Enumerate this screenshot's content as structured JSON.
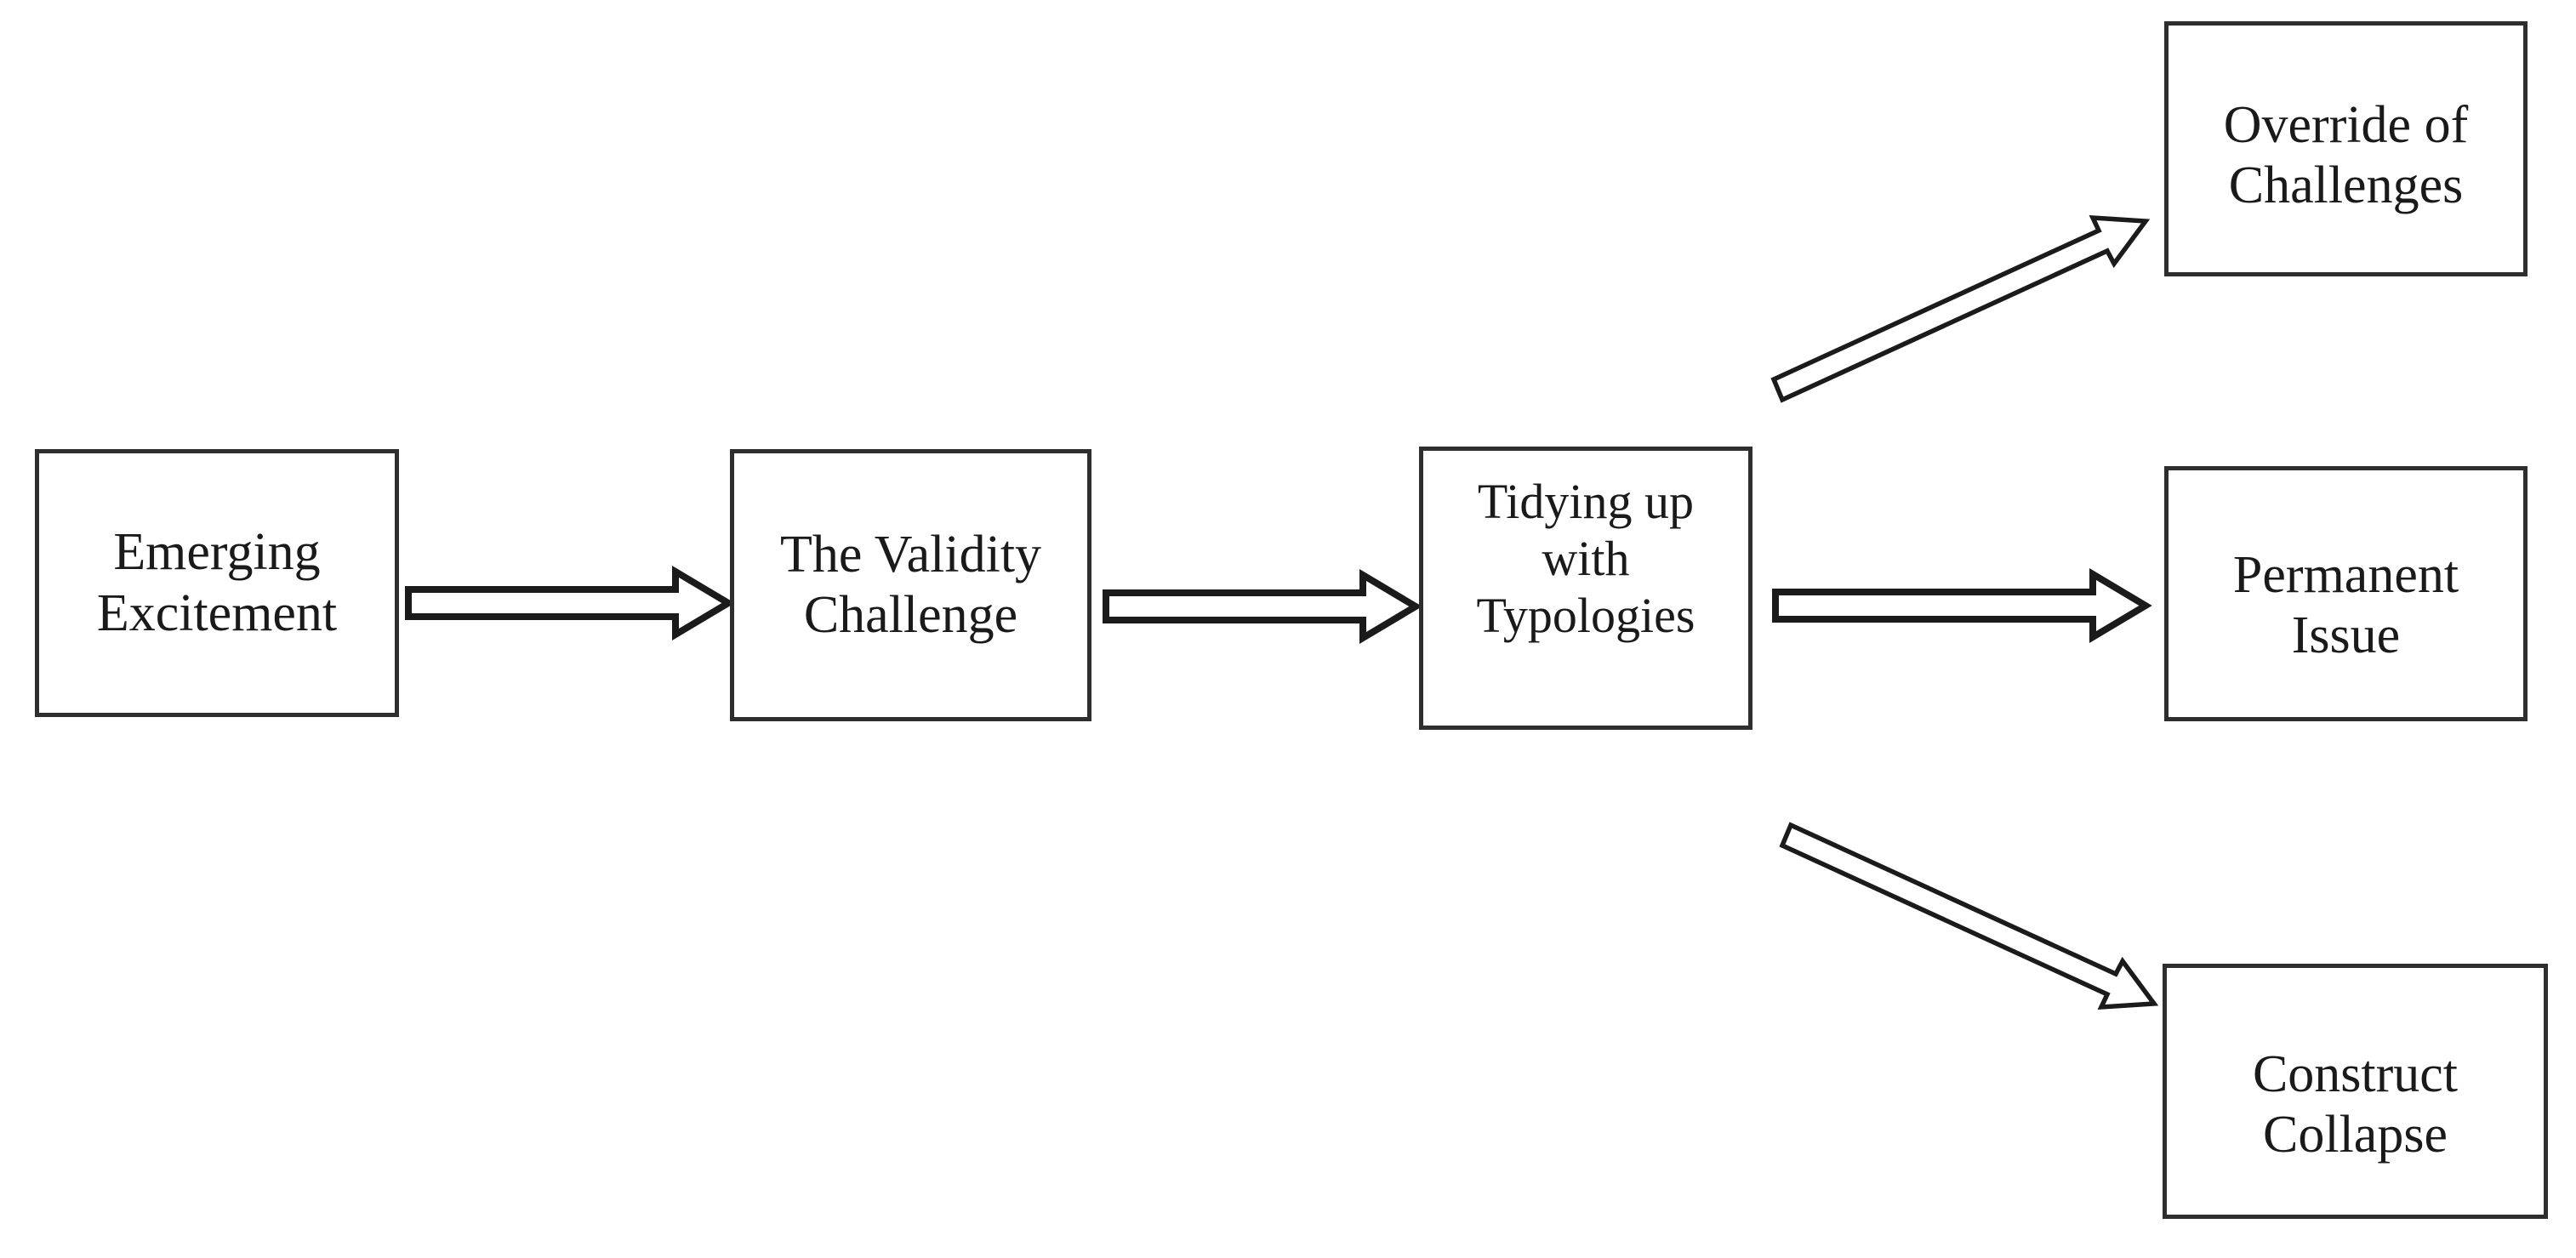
{
  "diagram": {
    "type": "flowchart",
    "background_color": "#ffffff",
    "box_fill_color": "#ffffff",
    "line_color": "#1b1b1b",
    "text_color": "#1a1a1a",
    "nodes": [
      {
        "id": "emerging-excitement",
        "label": "Emerging\nExcitement"
      },
      {
        "id": "validity-challenge",
        "label": "The Validity\nChallenge"
      },
      {
        "id": "tidying-typologies",
        "label": "Tidying up\nwith\nTypologies"
      },
      {
        "id": "override-of-challenges",
        "label": "Override of\nChallenges"
      },
      {
        "id": "permanent-issue",
        "label": "Permanent\nIssue"
      },
      {
        "id": "construct-collapse",
        "label": "Construct\nCollapse"
      }
    ],
    "edges": [
      {
        "from": "emerging-excitement",
        "to": "validity-challenge",
        "direction": "right"
      },
      {
        "from": "validity-challenge",
        "to": "tidying-typologies",
        "direction": "right"
      },
      {
        "from": "tidying-typologies",
        "to": "override-of-challenges",
        "direction": "up-right"
      },
      {
        "from": "tidying-typologies",
        "to": "permanent-issue",
        "direction": "right"
      },
      {
        "from": "tidying-typologies",
        "to": "construct-collapse",
        "direction": "down-right"
      }
    ]
  }
}
